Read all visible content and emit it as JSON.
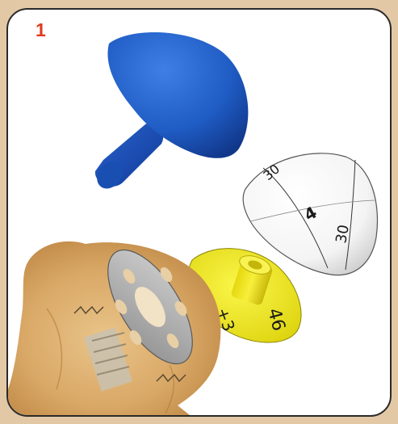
{
  "figure": {
    "step_number": "1",
    "colors": {
      "background": "#e3c8a6",
      "panel": "#ffffff",
      "step_number": "#e23a22",
      "blue_component": "#1f5cc4",
      "white_component": "#ffffff",
      "yellow_component": "#f2ec1a",
      "bone": "#d8a866",
      "metal_plate": "#a7a7a7"
    },
    "components": [
      {
        "name": "blue-mushroom-trial",
        "description_icon": "mushroom-shape"
      },
      {
        "name": "white-sizing-dome",
        "description_icon": "dome-shape"
      },
      {
        "name": "yellow-sizer-disc",
        "description_icon": "disc-shape"
      },
      {
        "name": "bone-with-baseplate",
        "description_icon": "bone-shape"
      }
    ],
    "white_dome_labels": {
      "left": "30",
      "center": "4",
      "right": "30"
    },
    "yellow_disc_labels": {
      "left": "+3",
      "right": "46"
    }
  }
}
